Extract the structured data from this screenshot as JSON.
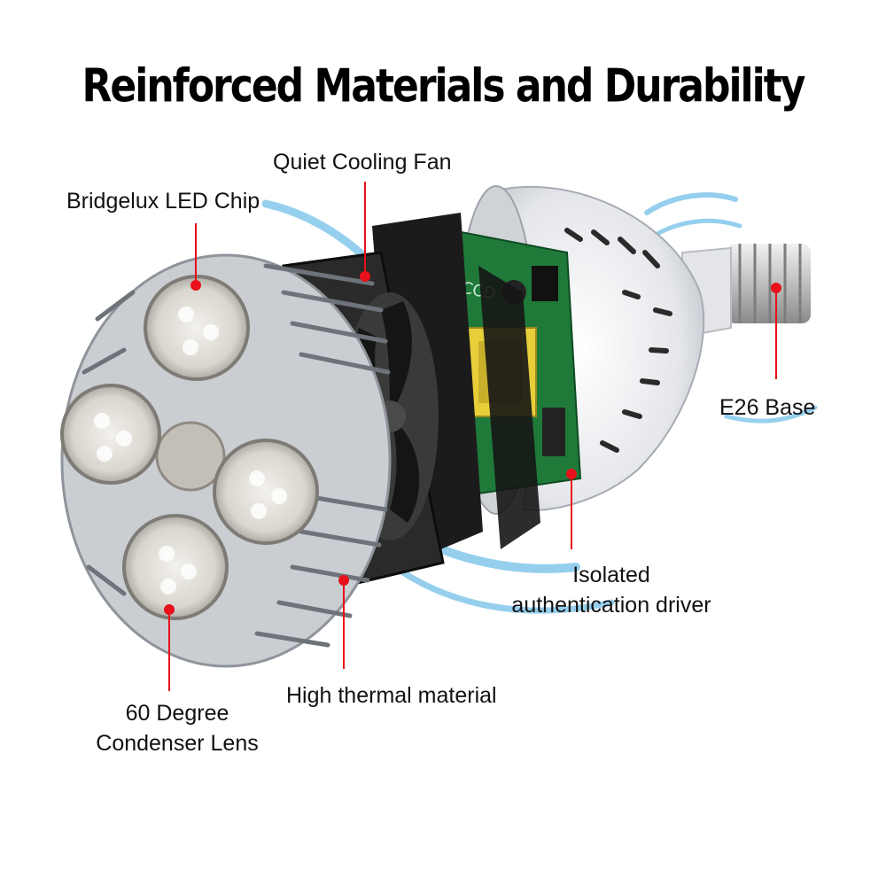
{
  "title": "Reinforced Materials and Durability",
  "labels": {
    "fan": "Quiet Cooling Fan",
    "chip": "Bridgelux LED Chip",
    "base": "E26 Base",
    "driver_line1": "Isolated",
    "driver_line2": "authentication driver",
    "thermal": "High thermal material",
    "lens_line1": "60 Degree",
    "lens_line2": "Condenser Lens"
  },
  "colors": {
    "callout": "#e8101a",
    "airflow": "#3fa9e0",
    "heatsink": "#c9ccd1",
    "pcb": "#1f7a3a",
    "fan": "#1b1b1b"
  },
  "icons": [
    "led-lens-icon",
    "cooling-fan-icon",
    "driver-board-icon",
    "bulb-housing-icon",
    "screw-base-icon"
  ]
}
